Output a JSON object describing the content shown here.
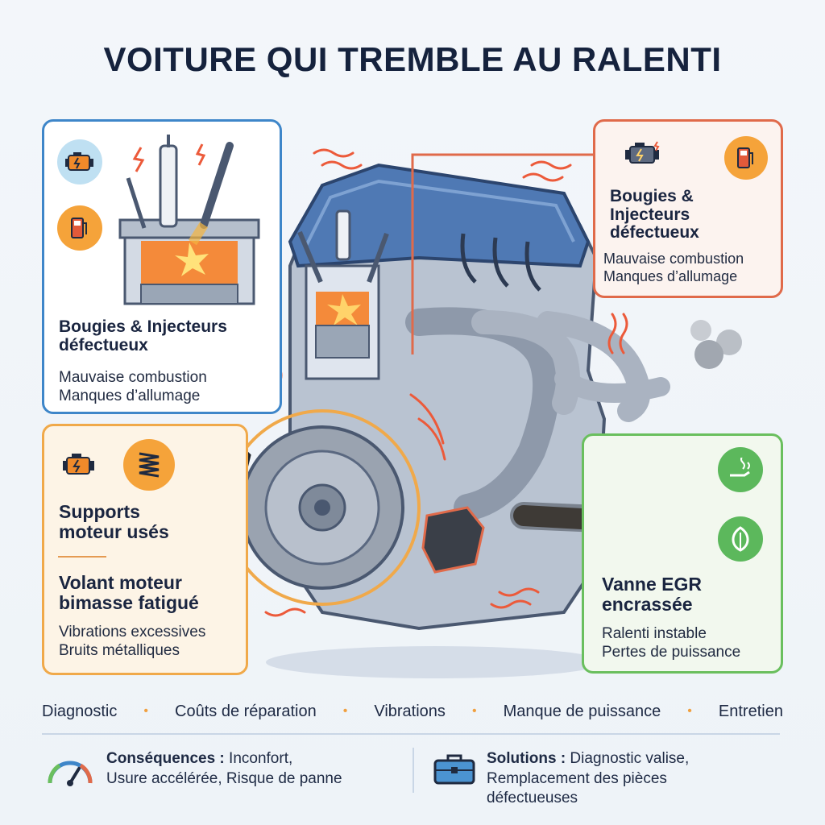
{
  "title": "VOITURE QUI TREMBLE AU RALENTI",
  "cards": {
    "blue": {
      "title_line1": "Bougies & Injecteurs",
      "title_line2": "défectueux",
      "text_line1": "Mauvaise combustion",
      "text_line2": "Manques d’allumage"
    },
    "red": {
      "title_line1": "Bougies &",
      "title_line2": "Injecteurs",
      "title_line3": "défectueux",
      "text_line1": "Mauvaise combustion",
      "text_line2": "Manques d’allumage"
    },
    "orange": {
      "title1_line1": "Supports",
      "title1_line2": "moteur usés",
      "title2_line1": "Volant moteur",
      "title2_line2": "bimasse fatigué",
      "text_line1": "Vibrations excessives",
      "text_line2": "Bruits métalliques"
    },
    "green": {
      "title_line1": "Vanne EGR",
      "title_line2": "encrassée",
      "text_line1": "Ralenti instable",
      "text_line2": "Pertes de puissance"
    }
  },
  "keywords": [
    "Diagnostic",
    "Coûts de réparation",
    "Vibrations",
    "Manque de puissance",
    "Entretien"
  ],
  "separator": "•",
  "consequences": {
    "label": "Conséquences :",
    "text_line1": " Inconfort,",
    "text_line2": "Usure accélérée, Risque de panne"
  },
  "solutions": {
    "label": "Solutions :",
    "text_line1": " Diagnostic valise,",
    "text_line2": "Remplacement des pièces",
    "text_line3": "défectueuses"
  },
  "colors": {
    "blue": "#3e86c9",
    "red": "#e06a4a",
    "orange": "#f0a94a",
    "green": "#6abf5e",
    "dark": "#15223d"
  },
  "icons": [
    "engine-warning-icon",
    "fuel-pump-icon",
    "spring-icon",
    "exhaust-smoke-icon",
    "leaf-icon",
    "gauge-icon",
    "toolbox-icon"
  ]
}
